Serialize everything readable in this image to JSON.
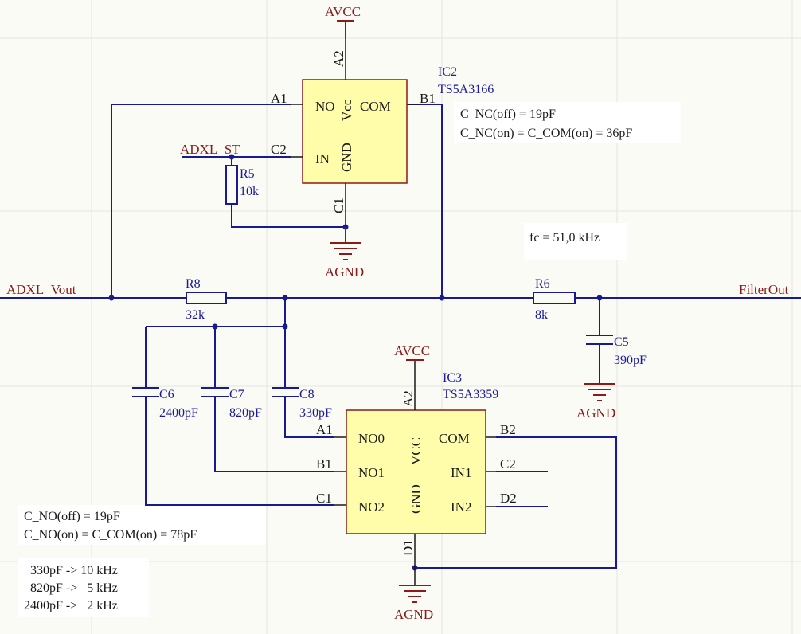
{
  "nets": {
    "avcc_top": "AVCC",
    "avcc_ic3": "AVCC",
    "agnd_ic2": "AGND",
    "agnd_c5": "AGND",
    "agnd_ic3": "AGND",
    "adxl_vout": "ADXL_Vout",
    "adxl_st": "ADXL_ST",
    "filter_out": "FilterOut"
  },
  "ic2": {
    "designator": "IC2",
    "part": "TS5A3166",
    "pins": {
      "a1": "A1",
      "a2": "A2",
      "b1": "B1",
      "c1": "C1",
      "c2": "C2"
    },
    "inner": {
      "no": "NO",
      "vcc": "Vcc",
      "com": "COM",
      "in": "IN",
      "gnd": "GND"
    }
  },
  "ic3": {
    "designator": "IC3",
    "part": "TS5A3359",
    "pins": {
      "a1": "A1",
      "a2": "A2",
      "b1": "B1",
      "b2": "B2",
      "c1": "C1",
      "c2": "C2",
      "d1": "D1",
      "d2": "D2"
    },
    "inner": {
      "no0": "NO0",
      "no1": "NO1",
      "no2": "NO2",
      "vcc": "VCC",
      "gnd": "GND",
      "com": "COM",
      "in1": "IN1",
      "in2": "IN2"
    }
  },
  "components": {
    "r5": {
      "designator": "R5",
      "value": "10k"
    },
    "r8": {
      "designator": "R8",
      "value": "32k"
    },
    "r6": {
      "designator": "R6",
      "value": "8k"
    },
    "c5": {
      "designator": "C5",
      "value": "390pF"
    },
    "c6": {
      "designator": "C6",
      "value": "2400pF"
    },
    "c7": {
      "designator": "C7",
      "value": "820pF"
    },
    "c8": {
      "designator": "C8",
      "value": "330pF"
    }
  },
  "notes": {
    "ic2_cap_off": "C_NC(off) = 19pF",
    "ic2_cap_on": "C_NC(on) = C_COM(on) = 36pF",
    "fc": "fc = 51,0 kHz",
    "ic3_cap_off": "C_NO(off) = 19pF",
    "ic3_cap_on": "C_NO(on) = C_COM(on) = 78pF",
    "freq_330": "330pF -> 10 kHz",
    "freq_820": "820pF ->   5 kHz",
    "freq_2400": "2400pF ->   2 kHz"
  },
  "colors": {
    "wire": "#1a1a90",
    "net_label": "#8b1a1a",
    "ic_fill": "#fffcaa",
    "designator": "#1a1a9a"
  }
}
